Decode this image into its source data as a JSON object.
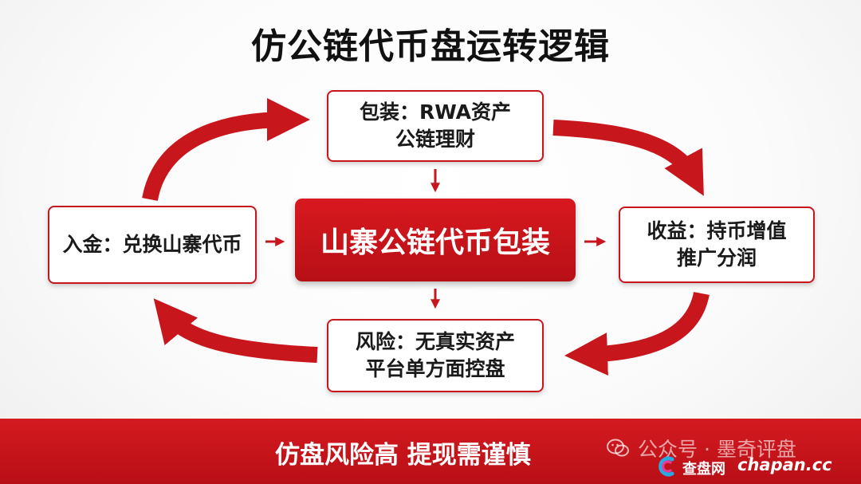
{
  "title": "仿公链代币盘运转逻辑",
  "nodes": {
    "top": {
      "line1": "包装：RWA资产",
      "line2": "公链理财"
    },
    "left": {
      "line1": "入金：兑换山寨代币"
    },
    "center": {
      "line1": "山寨公链代币包装"
    },
    "right": {
      "line1": "收益：持币增值",
      "line2": "推广分润"
    },
    "bottom": {
      "line1": "风险：无真实资产",
      "line2": "平台单方面控盘"
    }
  },
  "footer": {
    "slogan": "仿盘风险高 提现需谨慎",
    "watermark": "公众号 · 墨奇评盘",
    "site_name": "查盘网",
    "site_domain": "chapan.cc"
  },
  "colors": {
    "accent": "#c8161d",
    "footer_bg": "#c4141b",
    "text": "#1a1a1a",
    "title": "#111111"
  },
  "icons": [
    "wechat-icon",
    "site-logo-icon"
  ]
}
